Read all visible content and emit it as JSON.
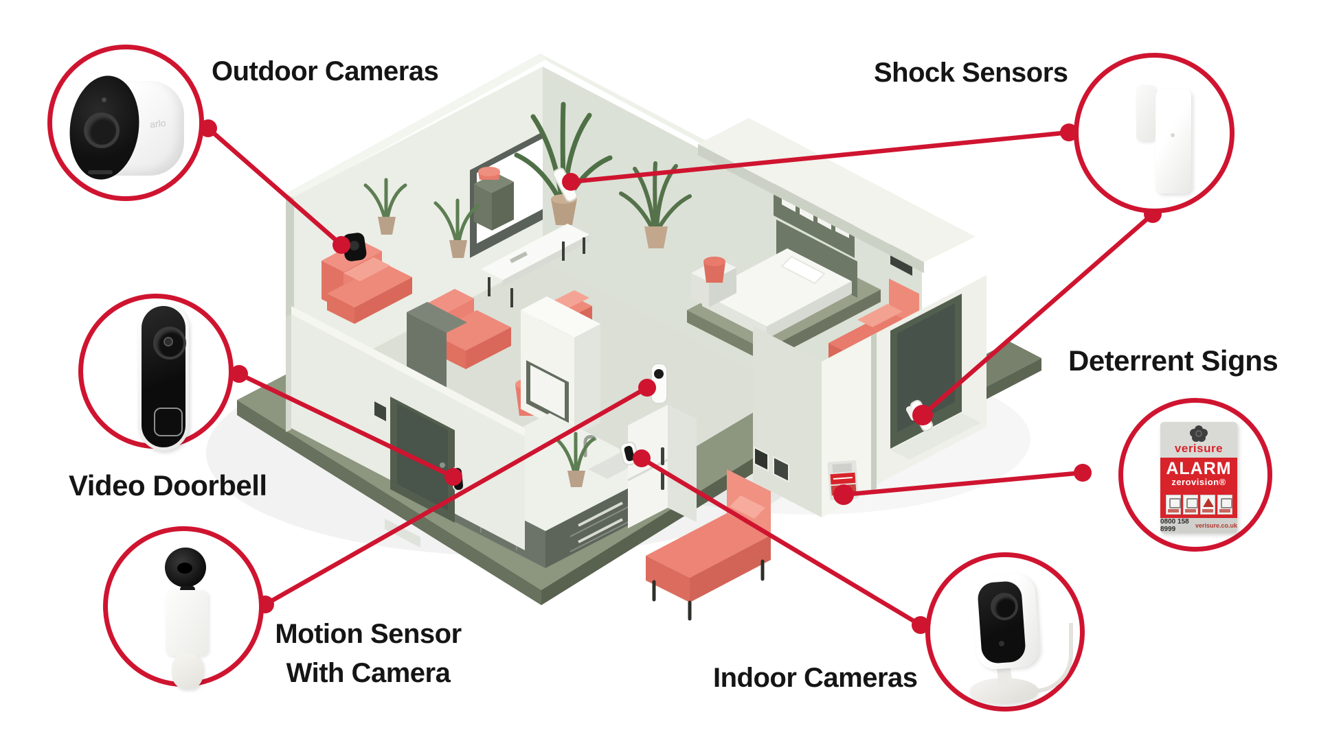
{
  "accent": {
    "red": "#cf1430",
    "label_color": "#151515"
  },
  "callouts": {
    "outdoor_cameras": {
      "label": "Outdoor Cameras"
    },
    "shock_sensors": {
      "label": "Shock Sensors"
    },
    "video_doorbell": {
      "label": "Video Doorbell"
    },
    "motion_sensor_with_camera": {
      "label_line1": "Motion Sensor",
      "label_line2": "With Camera"
    },
    "indoor_cameras": {
      "label": "Indoor Cameras"
    },
    "deterrent_signs": {
      "label": "Deterrent Signs"
    }
  },
  "devices": {
    "outdoor_camera_brand": "arlo"
  },
  "deterrent_sign": {
    "brand": "verisure",
    "headline": "ALARM",
    "subheadline": "zerovision®",
    "phone": "0800 158 8999",
    "website": "verisure.co.uk"
  }
}
